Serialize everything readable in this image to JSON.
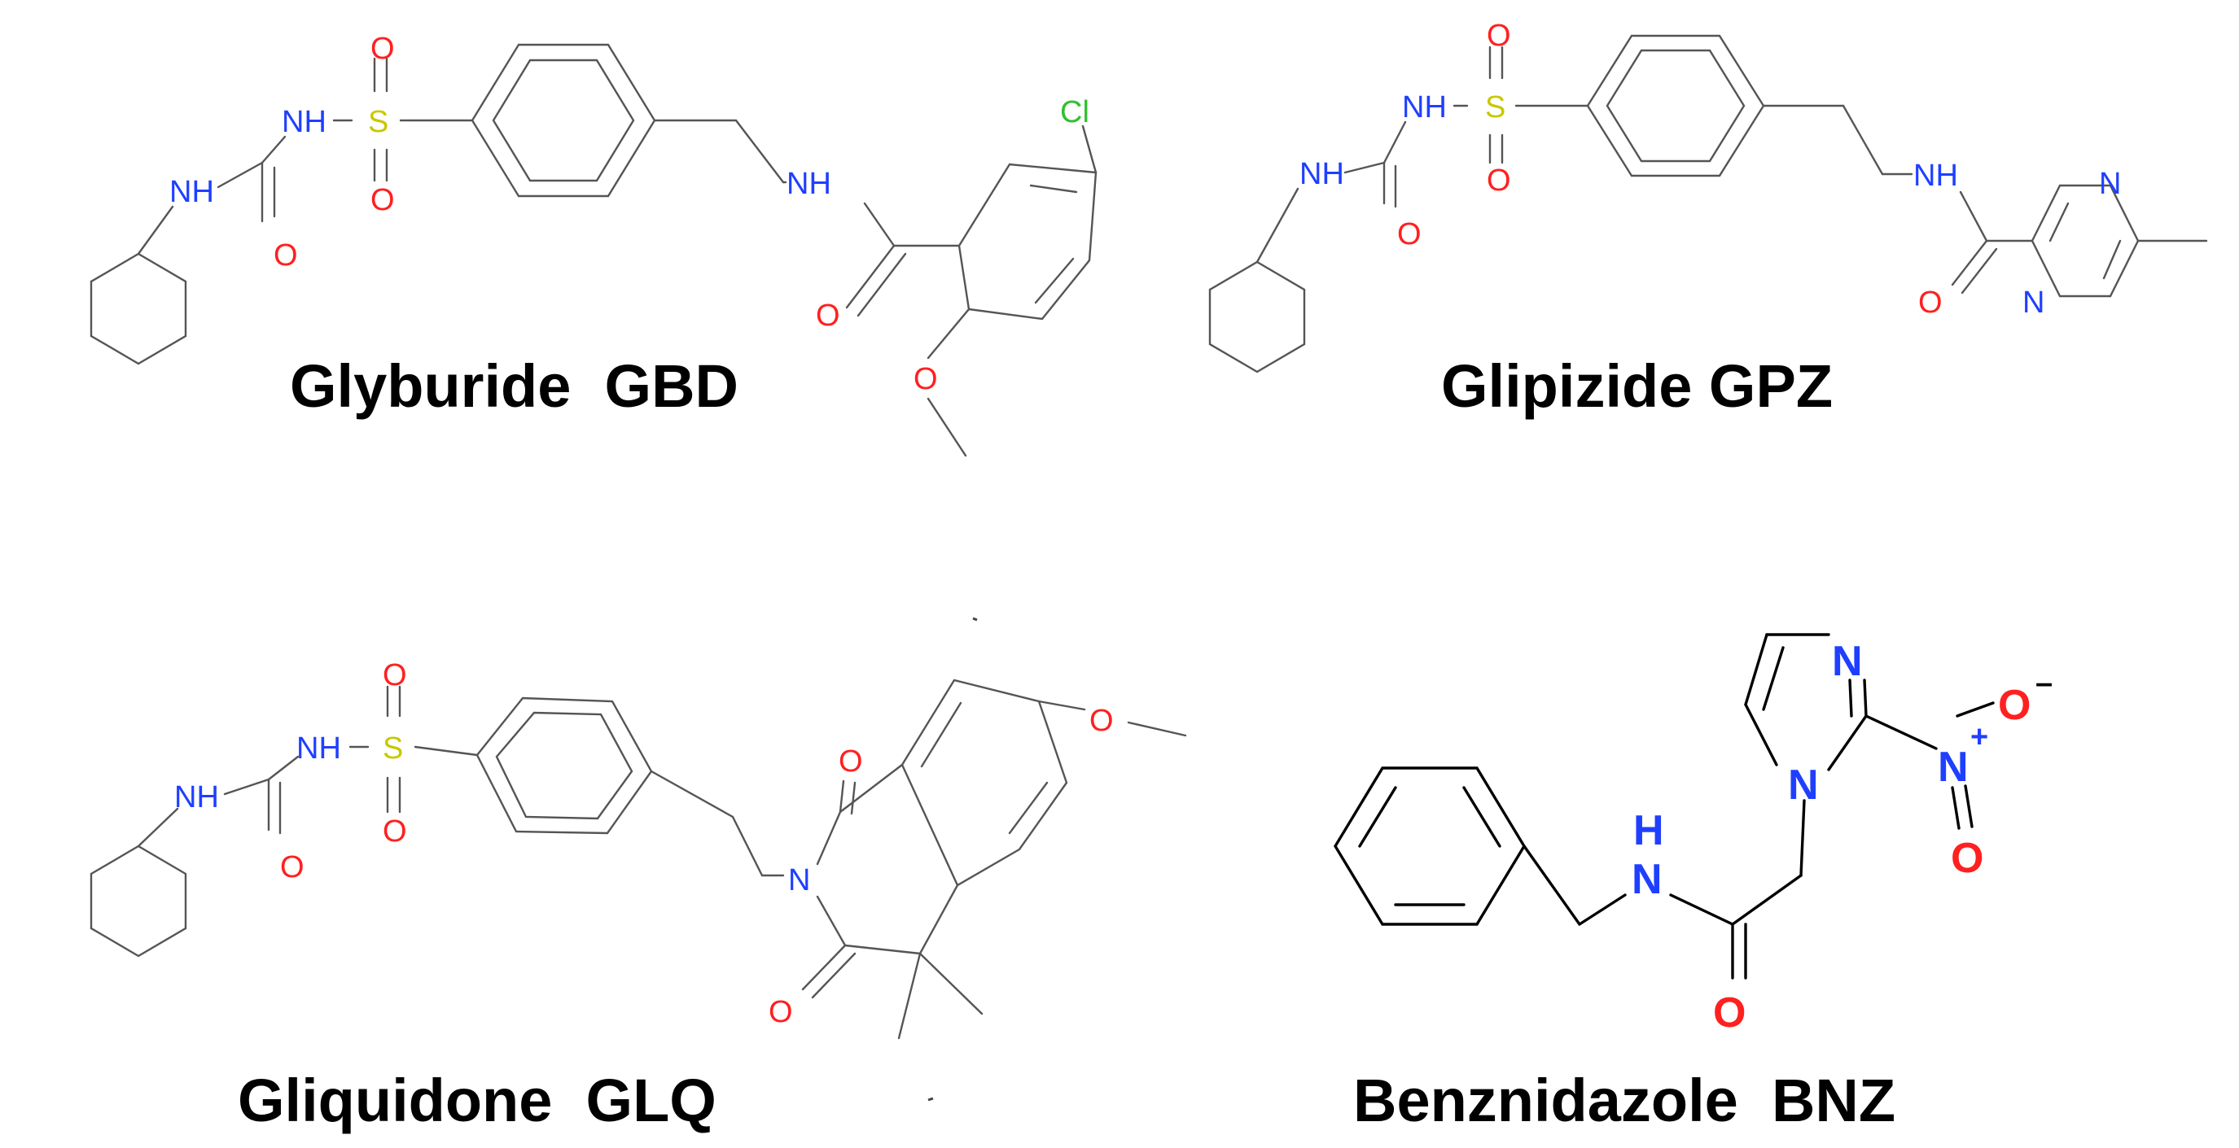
{
  "colors": {
    "bond": "#555555",
    "bond_dark": "#000000",
    "nitrogen": "#1f3fff",
    "oxygen": "#ff2020",
    "sulfur": "#c8c800",
    "chlorine": "#30c030",
    "caption": "#000000"
  },
  "molecules": [
    {
      "id": "gbd",
      "caption": "Glyburide  GBD",
      "labels": {
        "nh_sulfonyl": "NH",
        "s": "S",
        "o_top": "O",
        "o_bottom": "O",
        "nh_cyclohexyl": "NH",
        "o_urea": "O",
        "nh_amide": "NH",
        "o_amide": "O",
        "o_methoxy": "O",
        "cl": "Cl"
      }
    },
    {
      "id": "gpz",
      "caption": "Glipizide GPZ",
      "labels": {
        "nh_sulfonyl": "NH",
        "s": "S",
        "o_top": "O",
        "o_bottom": "O",
        "nh_cyclohexyl": "NH",
        "o_urea": "O",
        "nh_amide": "NH",
        "o_amide": "O",
        "n_top": "N",
        "n_bottom": "N"
      }
    },
    {
      "id": "glq",
      "caption": "Gliquidone  GLQ",
      "labels": {
        "nh_sulfonyl": "NH",
        "s": "S",
        "o_top": "O",
        "o_bottom": "O",
        "nh_cyclohexyl": "NH",
        "o_urea": "O",
        "n_ring": "N",
        "o_ring_top": "O",
        "o_ring_bottom": "O",
        "o_methoxy": "O"
      }
    },
    {
      "id": "bnz",
      "caption": "Benznidazole  BNZ",
      "labels": {
        "n_imid_top": "N",
        "n_imid": "N",
        "h": "H",
        "n_amide": "N",
        "o_amide": "O",
        "n_nitro": "N",
        "plus": "+",
        "o_nitro_top": "O",
        "minus": "–",
        "o_nitro_bottom": "O"
      }
    }
  ]
}
